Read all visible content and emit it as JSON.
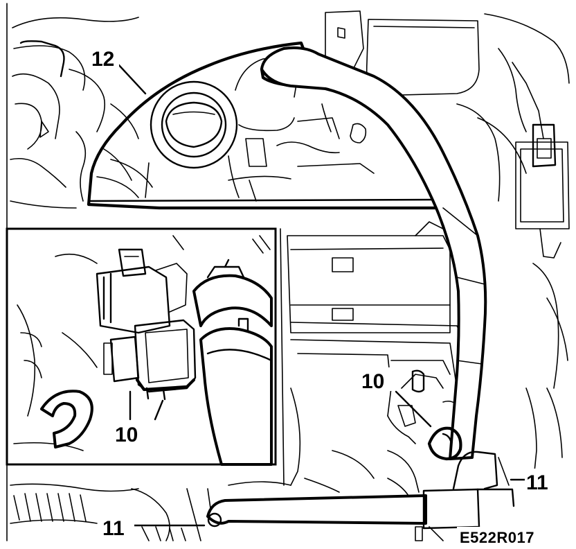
{
  "diagram": {
    "code": "E522R017",
    "callouts": {
      "cover": "12",
      "connector_main": "10",
      "connector_inset": "10",
      "hose_left": "11",
      "hose_right": "11"
    }
  },
  "colors": {
    "ink": "#000000",
    "paper": "#ffffff"
  }
}
